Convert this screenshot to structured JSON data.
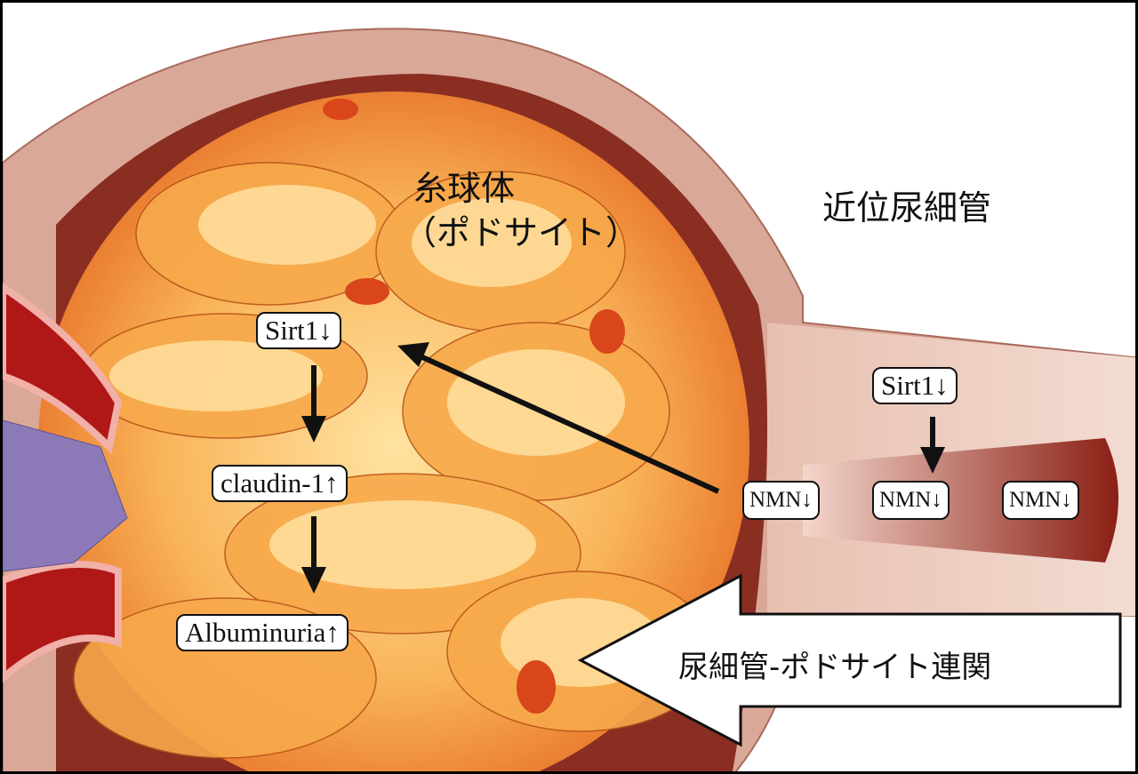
{
  "labels": {
    "glomerulus": "糸球体",
    "podocyte": "（ポドサイト）",
    "proximal_tubule": "近位尿細管",
    "tubule_podocyte_crosstalk": "尿細管-ポドサイト連関"
  },
  "glomerulus_pathway": [
    "Sirt1↓",
    "claudin-1↑",
    "Albuminuria↑"
  ],
  "tubule_pathway": {
    "sirt1": "Sirt1↓",
    "nmn": [
      "NMN↓",
      "NMN↓",
      "NMN↓"
    ]
  },
  "colors": {
    "capsule": "#d9a898",
    "capsule_inner": "#8a2e22",
    "glomerulus_orange": "#ee7a22",
    "glomerulus_light": "#ffd58a",
    "vessel": "#b01818",
    "mesangium": "#8c7ab8"
  }
}
